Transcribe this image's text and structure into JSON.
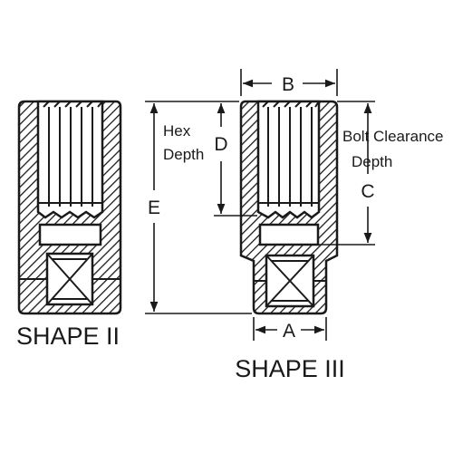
{
  "labels": {
    "b": "B",
    "d": "D",
    "e": "E",
    "c": "C",
    "a": "A",
    "hex_depth_line1": "Hex",
    "hex_depth_line2": "Depth",
    "bolt_clearance_line1": "Bolt Clearance",
    "bolt_clearance_line2": "Depth",
    "shape_ii": "SHAPE II",
    "shape_iii": "SHAPE III"
  },
  "colors": {
    "ink": "#1a1a1a",
    "background": "#ffffff"
  }
}
